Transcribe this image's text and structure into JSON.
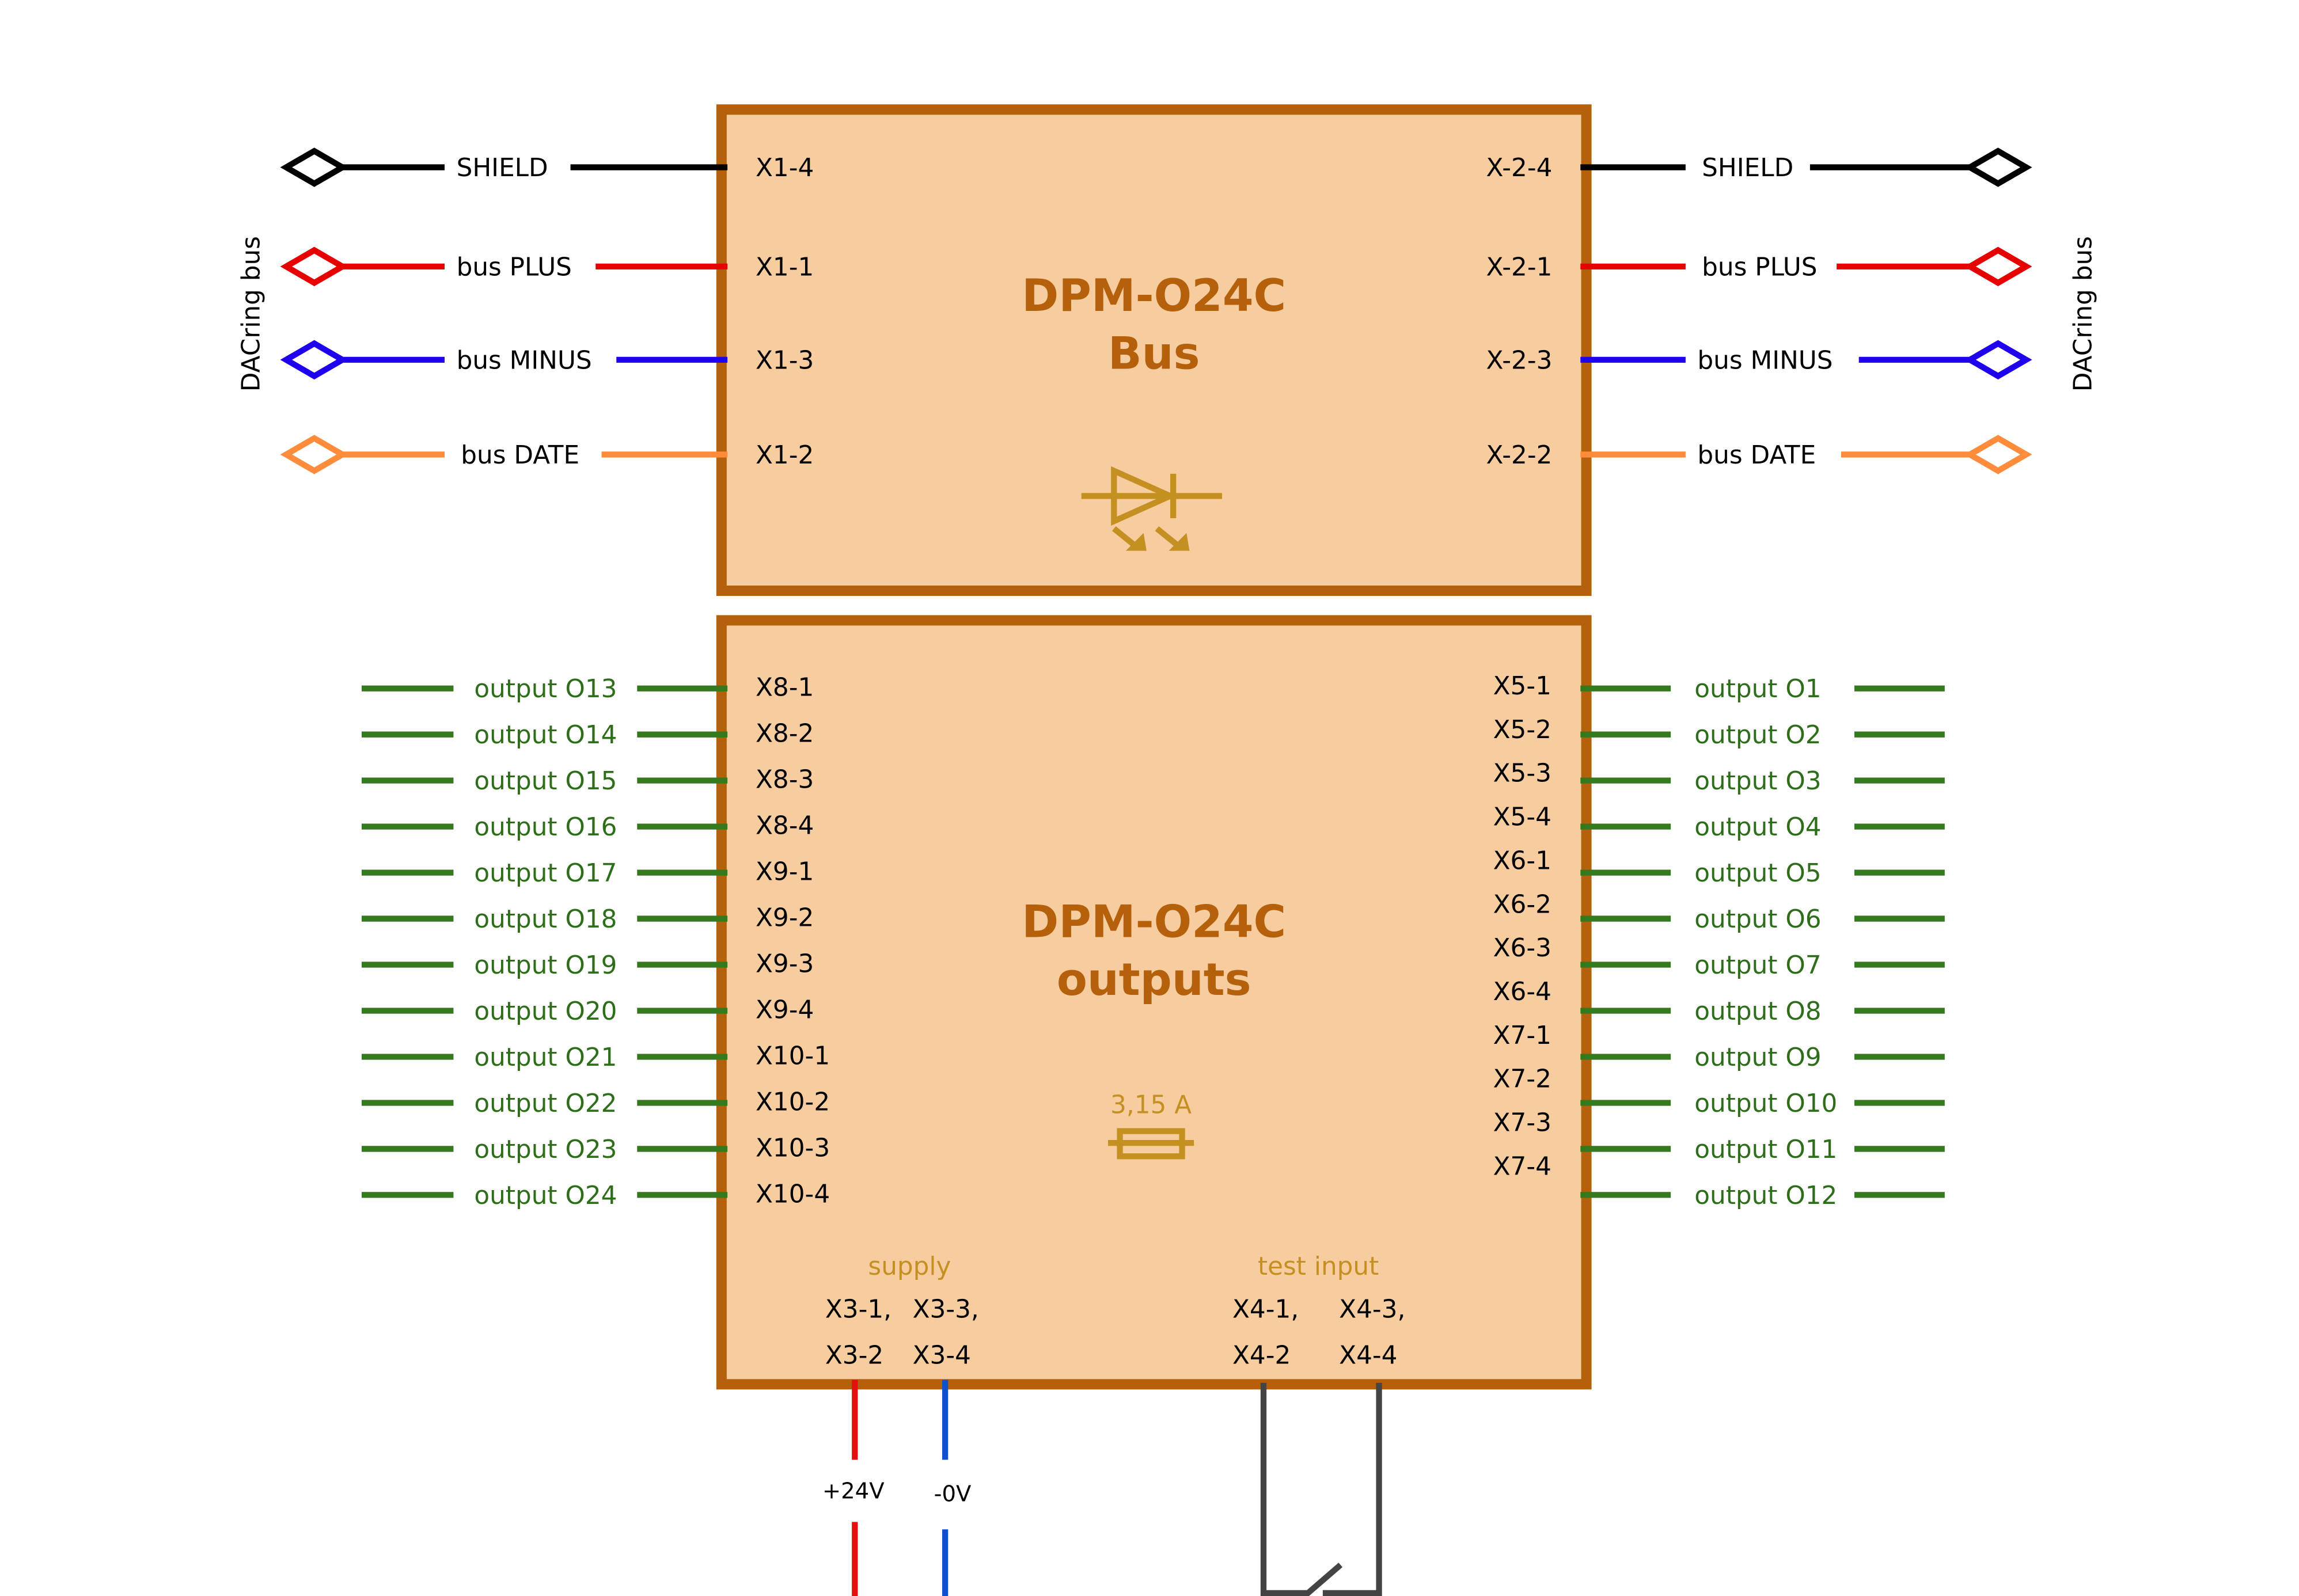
{
  "colors": {
    "box_fill": "#f7cc9e",
    "box_border": "#b5600a",
    "title": "#b5600a",
    "symbol": "#c49021",
    "shield": "#000000",
    "plus": "#e60000",
    "minus": "#1e00ee",
    "date": "#ff8c3a",
    "output": "#347a1c",
    "supply_plus": "#e30e0e",
    "supply_minus": "#1050cc",
    "test": "#444444"
  },
  "bus_module": {
    "title_line1": "DPM-O24C",
    "title_line2": "Bus",
    "side_label": "DACring bus",
    "left_wires": [
      {
        "label": "SHIELD",
        "pin": "X1-4",
        "color": "#000000"
      },
      {
        "label": "bus PLUS",
        "pin": "X1-1",
        "color": "#e60000"
      },
      {
        "label": "bus MINUS",
        "pin": "X1-3",
        "color": "#1e00ee"
      },
      {
        "label": "bus DATE",
        "pin": "X1-2",
        "color": "#ff8c3a"
      }
    ],
    "right_wires": [
      {
        "label": "SHIELD",
        "pin": "X-2-4",
        "color": "#000000"
      },
      {
        "label": "bus PLUS",
        "pin": "X-2-1",
        "color": "#e60000"
      },
      {
        "label": "bus MINUS",
        "pin": "X-2-3",
        "color": "#1e00ee"
      },
      {
        "label": "bus DATE",
        "pin": "X-2-2",
        "color": "#ff8c3a"
      }
    ]
  },
  "output_module": {
    "title_line1": "DPM-O24C",
    "title_line2": "outputs",
    "fuse_label": "3,15 A",
    "left_outputs": [
      {
        "label": "output O13",
        "pin": "X8-1"
      },
      {
        "label": "output O14",
        "pin": "X8-2"
      },
      {
        "label": "output O15",
        "pin": "X8-3"
      },
      {
        "label": "output O16",
        "pin": "X8-4"
      },
      {
        "label": "output O17",
        "pin": "X9-1"
      },
      {
        "label": "output O18",
        "pin": "X9-2"
      },
      {
        "label": "output O19",
        "pin": "X9-3"
      },
      {
        "label": "output O20",
        "pin": "X9-4"
      },
      {
        "label": "output O21",
        "pin": "X10-1"
      },
      {
        "label": "output O22",
        "pin": "X10-2"
      },
      {
        "label": "output O23",
        "pin": "X10-3"
      },
      {
        "label": "output O24",
        "pin": "X10-4"
      }
    ],
    "right_outputs": [
      {
        "label": "output O1",
        "pin": "X5-1"
      },
      {
        "label": "output O2",
        "pin": "X5-2"
      },
      {
        "label": "output O3",
        "pin": "X5-3"
      },
      {
        "label": "output O4",
        "pin": "X5-4"
      },
      {
        "label": "output O5",
        "pin": "X6-1"
      },
      {
        "label": "output O6",
        "pin": "X6-2"
      },
      {
        "label": "output O7",
        "pin": "X6-3"
      },
      {
        "label": "output O8",
        "pin": "X6-4"
      },
      {
        "label": "output O9",
        "pin": "X7-1"
      },
      {
        "label": "output O10",
        "pin": "X7-2"
      },
      {
        "label": "output O11",
        "pin": "X7-3"
      },
      {
        "label": "output O12",
        "pin": "X7-4"
      }
    ],
    "supply": {
      "label": "supply",
      "pins_a_line1": "X3-1,",
      "pins_a_line2": "X3-2",
      "pins_b_line1": "X3-3,",
      "pins_b_line2": "X3-4",
      "plus_label": "+24V",
      "minus_label": "-0V"
    },
    "test_input": {
      "label": "test input",
      "pins_a_line1": "X4-1,",
      "pins_a_line2": "X4-2",
      "pins_b_line1": "X4-3,",
      "pins_b_line2": "X4-4"
    }
  }
}
